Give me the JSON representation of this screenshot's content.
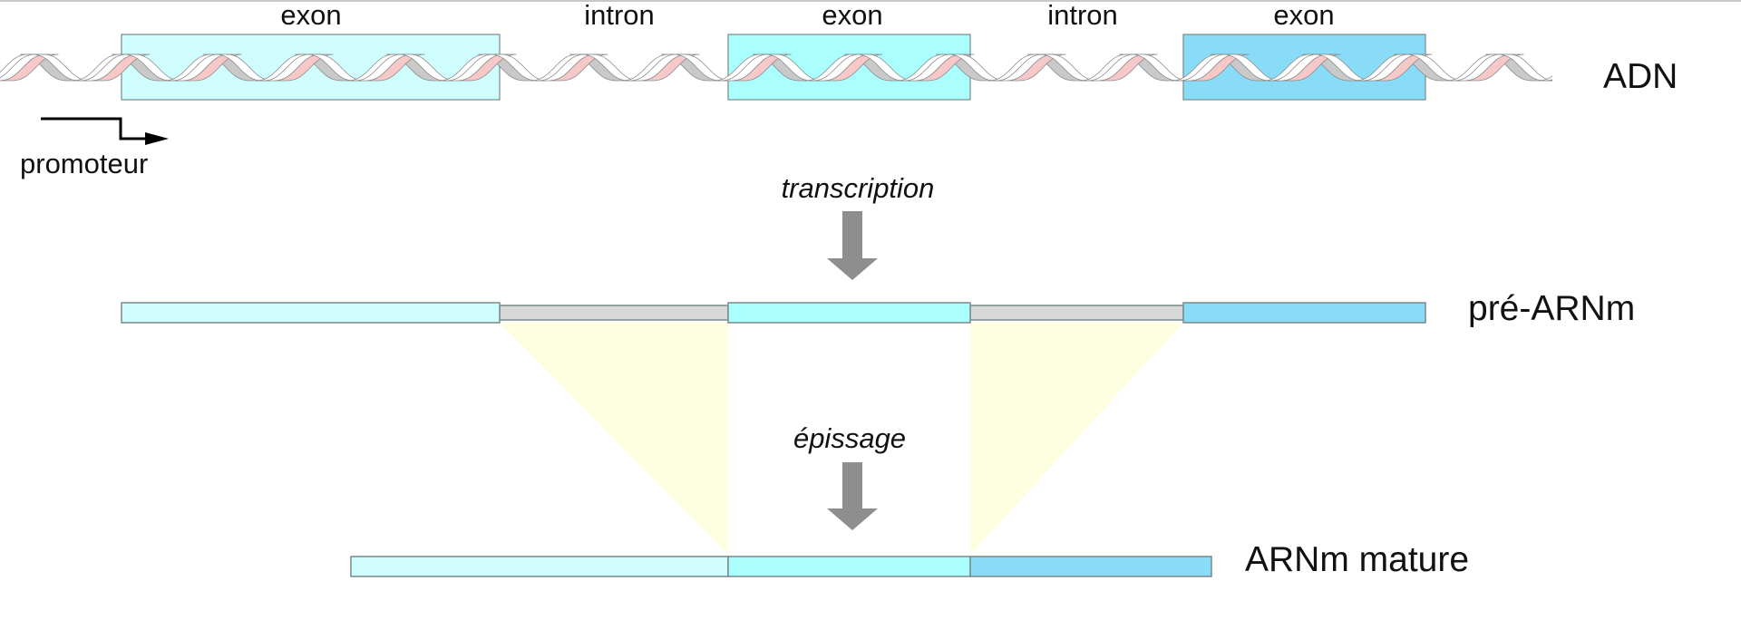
{
  "title": "Transcription et épissage d'un gène",
  "colors": {
    "exon1": "#d0fefe",
    "exon2": "#aafefe",
    "exon3": "#88dcf8",
    "intron": "#d8d8d8",
    "box_border": "#7a8a8a",
    "splice_wedge": "#fefee0",
    "process_arrow": "#8e8e8e",
    "helix_strand_gray": "#c9c9c9",
    "helix_strand_pink": "#f6c8c8",
    "helix_strand_white": "#ffffff",
    "top_rule": "#c8c8c8"
  },
  "gene_segments": [
    {
      "type": "exon",
      "label": "exon",
      "color_key": "exon1"
    },
    {
      "type": "intron",
      "label": "intron",
      "color_key": "intron"
    },
    {
      "type": "exon",
      "label": "exon",
      "color_key": "exon2"
    },
    {
      "type": "intron",
      "label": "intron",
      "color_key": "intron"
    },
    {
      "type": "exon",
      "label": "exon",
      "color_key": "exon3"
    }
  ],
  "rows": {
    "dna": {
      "label": "ADN"
    },
    "pre_mrna": {
      "label": "pré-ARNm"
    },
    "mature_mrna": {
      "label": "ARNm mature"
    }
  },
  "promoter": {
    "label": "promoteur",
    "icon": "promoter-arrow-icon"
  },
  "steps": {
    "transcription": {
      "label": "transcription",
      "icon": "down-arrow-icon"
    },
    "splicing": {
      "label": "épissage",
      "icon": "down-arrow-icon"
    }
  }
}
